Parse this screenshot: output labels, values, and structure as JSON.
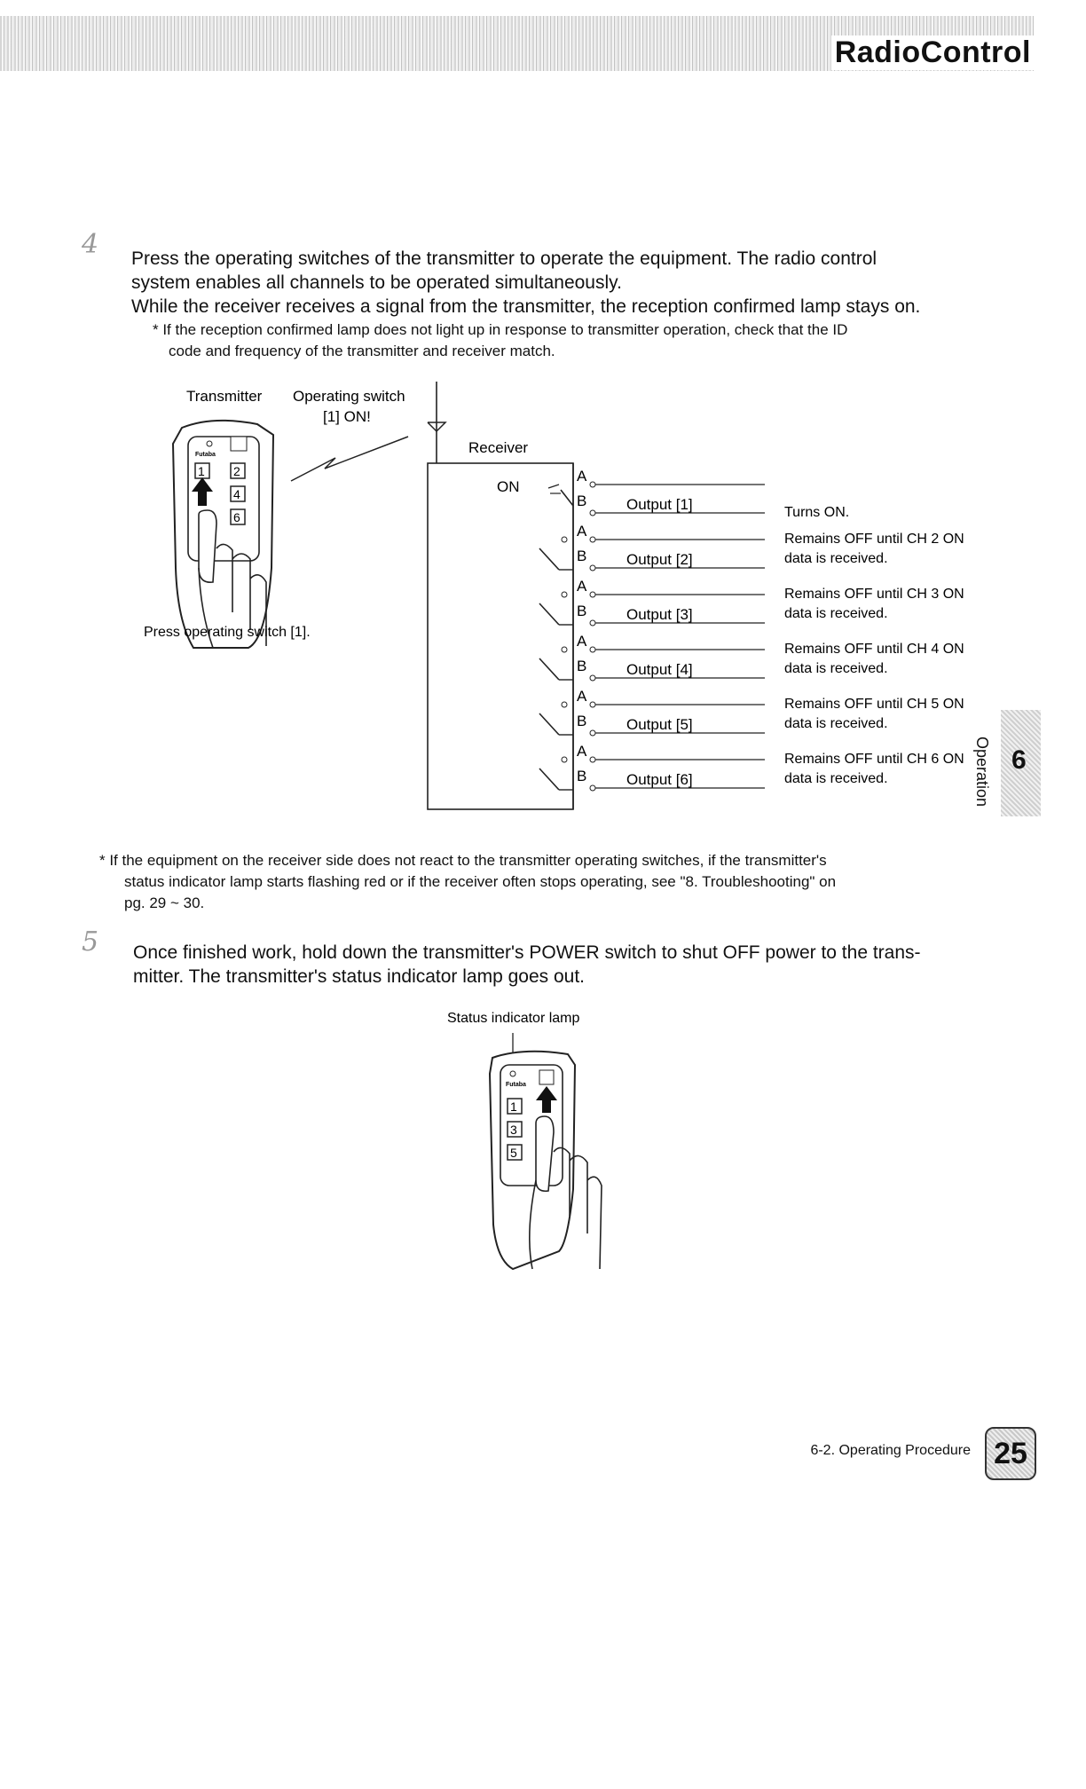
{
  "header": {
    "title": "RadioControl"
  },
  "step4": {
    "number": "4",
    "line1": "Press the operating switches of the transmitter to operate the equipment. The radio control",
    "line2": "system enables all channels to be operated simultaneously.",
    "line3": "While the receiver receives a signal from the transmitter, the reception confirmed lamp stays on.",
    "note_line1": "*  If the reception confirmed lamp does not light up in response to transmitter operation, check that the ID",
    "note_line2": "code and frequency of the transmitter and receiver match."
  },
  "diagram1": {
    "transmitter_label": "Transmitter",
    "switch_label": "Operating switch",
    "switch_on": "[1] ON!",
    "receiver_label": "Receiver",
    "on_label": "ON",
    "press_caption": "Press operating switch [1].",
    "keys": [
      "1",
      "2",
      "4",
      "6"
    ],
    "outputs": [
      {
        "a": "A",
        "b": "B",
        "name": "Output [1]",
        "desc1": "Turns ON.",
        "desc2": ""
      },
      {
        "a": "A",
        "b": "B",
        "name": "Output [2]",
        "desc1": "Remains OFF until CH 2 ON",
        "desc2": "data is received."
      },
      {
        "a": "A",
        "b": "B",
        "name": "Output [3]",
        "desc1": "Remains OFF until CH 3 ON",
        "desc2": "data is received."
      },
      {
        "a": "A",
        "b": "B",
        "name": "Output [4]",
        "desc1": "Remains OFF until CH 4 ON",
        "desc2": "data is received."
      },
      {
        "a": "A",
        "b": "B",
        "name": "Output [5]",
        "desc1": "Remains OFF until CH 5 ON",
        "desc2": "data is received."
      },
      {
        "a": "A",
        "b": "B",
        "name": "Output [6]",
        "desc1": "Remains OFF until CH 6 ON",
        "desc2": "data is received."
      }
    ]
  },
  "note2": {
    "line1": "*  If the equipment on the receiver side does not react to the transmitter operating switches, if the transmitter's",
    "line2": "status indicator lamp starts flashing red or if the receiver often stops operating, see \"8. Troubleshooting\" on",
    "line3": "pg. 29 ~ 30."
  },
  "step5": {
    "number": "5",
    "line1": "Once finished work, hold down the transmitter's POWER switch to shut OFF power to the trans-",
    "line2": "mitter. The transmitter's status indicator lamp goes out."
  },
  "diagram2": {
    "status_label": "Status indicator lamp",
    "keys": [
      "1",
      "3",
      "5"
    ]
  },
  "side_tab": {
    "number": "6",
    "label": "Operation"
  },
  "footer": {
    "section": "6-2. Operating Procedure",
    "page": "25"
  }
}
